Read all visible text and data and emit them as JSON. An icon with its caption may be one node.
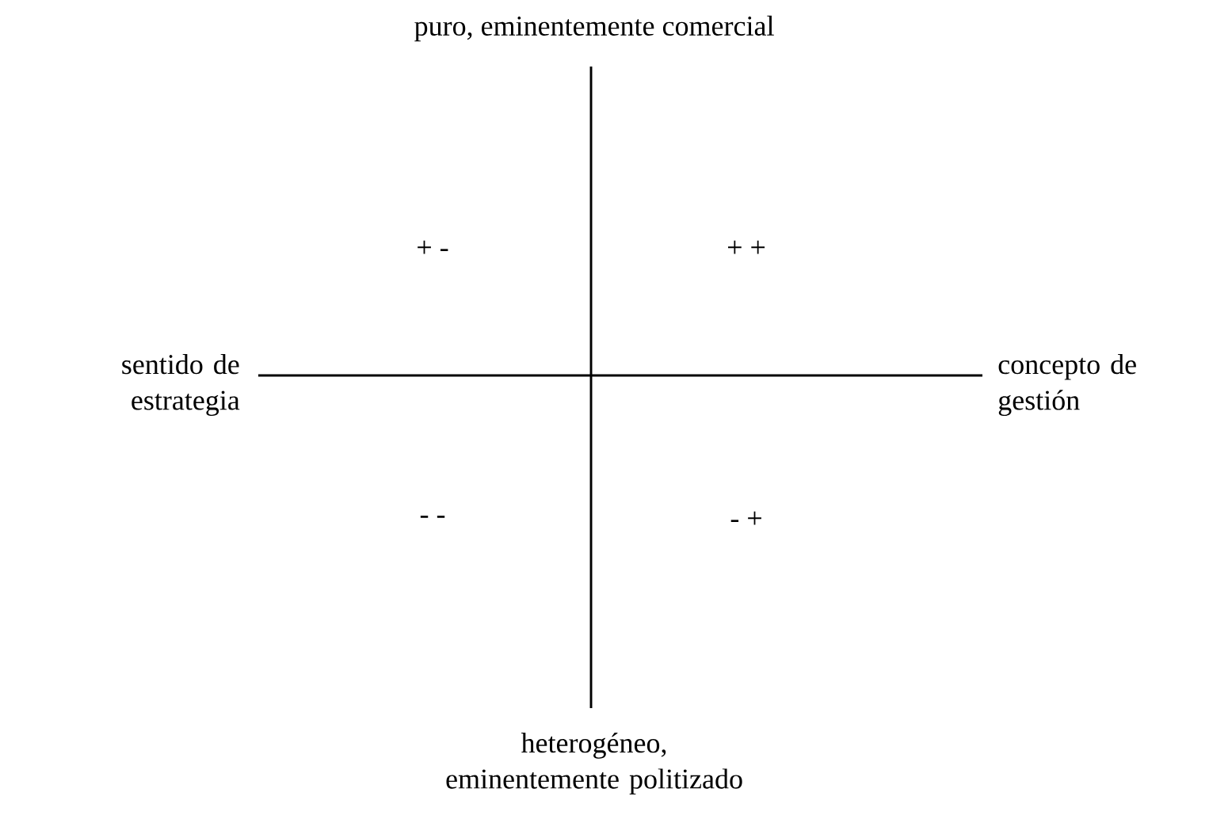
{
  "diagram": {
    "labels": [
      "puro, eminentemente comercial",
      "+ -",
      "+ +",
      "sentido de estrategia",
      "concepto de gestión",
      "- -",
      "- +",
      "heterogéneo, eminentemente politizado"
    ]
  }
}
